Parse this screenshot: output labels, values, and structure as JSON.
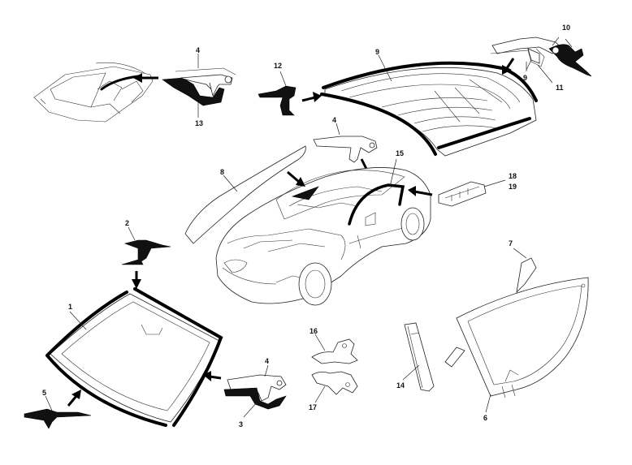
{
  "callouts": {
    "c1": "1",
    "c2": "2",
    "c3": "3",
    "c4a": "4",
    "c4b": "4",
    "c4c": "4",
    "c5": "5",
    "c6": "6",
    "c7": "7",
    "c8": "8",
    "c9a": "9",
    "c9b": "9",
    "c10": "10",
    "c11": "11",
    "c12": "12",
    "c13": "13",
    "c14": "14",
    "c15": "15",
    "c16": "16",
    "c17": "17",
    "c18": "18",
    "c19": "19"
  }
}
